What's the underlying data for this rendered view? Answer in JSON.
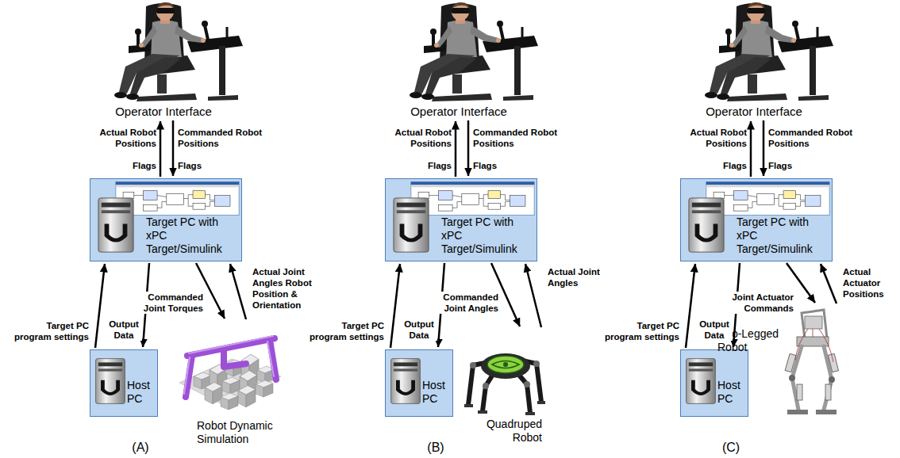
{
  "diagram": {
    "nodes": [
      {
        "text": [
          "Operator Interface"
        ]
      },
      {
        "text": [
          "Target PC with xPC Target/Simulink"
        ]
      },
      {
        "text": [
          "Host PC"
        ]
      },
      {
        "text": [
          "Robot Dynamic Simulation"
        ]
      },
      {
        "text": [
          "Operator Interface"
        ]
      },
      {
        "text": [
          "Target PC with xPC Target/Simulink"
        ]
      },
      {
        "text": [
          "Host PC"
        ]
      },
      {
        "text": [
          "Quadruped Robot"
        ]
      },
      {
        "text": [
          "Operator Interface"
        ]
      },
      {
        "text": [
          "Target PC with xPC Target/Simulink"
        ]
      },
      {
        "text": [
          "Host PC"
        ]
      },
      {
        "text": [
          "Two-Legged Robot"
        ]
      }
    ],
    "edges": [
      {
        "from": 1,
        "to": 0,
        "arrow": "to",
        "label": "Actual Robot Positions"
      },
      {
        "from": 0,
        "to": 1,
        "arrow": "to",
        "label": "Commanded Robot Positions"
      },
      {
        "from": 2,
        "to": 1,
        "arrow": "to",
        "label": "Target PC program settings"
      },
      {
        "from": 1,
        "to": 2,
        "arrow": "to",
        "label": "Output Data"
      },
      {
        "from": 1,
        "to": 3,
        "arrow": "to",
        "label": "Commanded Joint Torques"
      },
      {
        "from": 3,
        "to": 1,
        "arrow": "to",
        "label": "Actual Joint Angles Robot Position & Orientation"
      },
      {
        "from": 5,
        "to": 4,
        "arrow": "to",
        "label": "Actual Robot Positions"
      },
      {
        "from": 4,
        "to": 5,
        "arrow": "to",
        "label": "Commanded Robot Positions"
      },
      {
        "from": 6,
        "to": 5,
        "arrow": "to",
        "label": "Target PC program settings"
      },
      {
        "from": 5,
        "to": 6,
        "arrow": "to",
        "label": "Output Data"
      },
      {
        "from": 5,
        "to": 7,
        "arrow": "to",
        "label": "Commanded Joint Angles"
      },
      {
        "from": 7,
        "to": 5,
        "arrow": "to",
        "label": "Actual Joint Angles"
      },
      {
        "from": 9,
        "to": 8,
        "arrow": "to",
        "label": "Actual Robot Positions"
      },
      {
        "from": 8,
        "to": 9,
        "arrow": "to",
        "label": "Commanded Robot Positions"
      },
      {
        "from": 10,
        "to": 9,
        "arrow": "to",
        "label": "Target PC program settings"
      },
      {
        "from": 9,
        "to": 10,
        "arrow": "to",
        "label": "Output Data"
      },
      {
        "from": 9,
        "to": 11,
        "arrow": "to",
        "label": "Joint Actuator Commands"
      },
      {
        "from": 11,
        "to": 9,
        "arrow": "to",
        "label": "Actual Actuator Positions"
      }
    ],
    "labels": [
      "Flags",
      "Flags",
      "(A)",
      "Flags",
      "Flags",
      "(B)",
      "Flags",
      "Flags",
      "(C)"
    ]
  }
}
